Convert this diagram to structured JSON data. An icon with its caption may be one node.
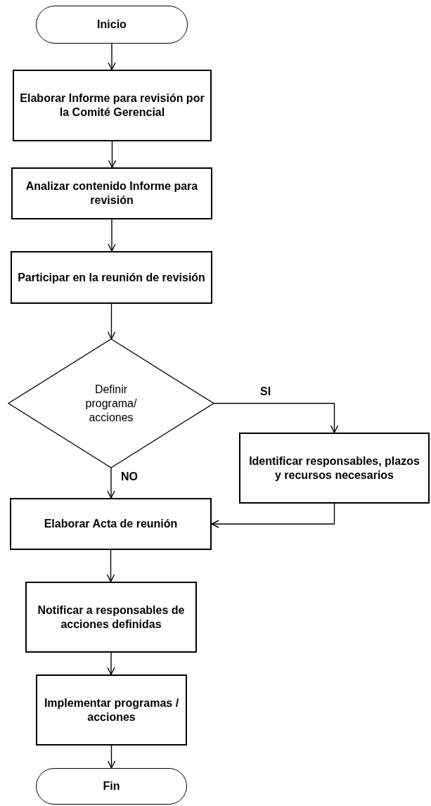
{
  "diagram": {
    "nodes": [
      {
        "text": [
          "Inicio"
        ]
      },
      {
        "text": [
          "Elaborar Informe para revisión por la Comité Gerencial"
        ]
      },
      {
        "text": [
          "Analizar contenido Informe para revisión"
        ]
      },
      {
        "text": [
          "Participar en la reunión de revisión"
        ]
      },
      {
        "text": [
          "Definir programa/ acciones"
        ]
      },
      {
        "text": [
          "Identificar responsables, plazos y recursos necesarios"
        ]
      },
      {
        "text": [
          "Elaborar Acta de reunión"
        ]
      },
      {
        "text": [
          "Notificar a responsables de acciones definidas"
        ]
      },
      {
        "text": [
          "Implementar programas / acciones"
        ]
      },
      {
        "text": [
          "Fin"
        ]
      }
    ],
    "edges": [
      {
        "from": 0,
        "to": 1,
        "arrow": "to"
      },
      {
        "from": 1,
        "to": 2,
        "arrow": "to"
      },
      {
        "from": 2,
        "to": 3,
        "arrow": "to"
      },
      {
        "from": 3,
        "to": 4,
        "arrow": "to"
      },
      {
        "from": 4,
        "to": 5,
        "arrow": "to",
        "label": "SI"
      },
      {
        "from": 4,
        "to": 6,
        "arrow": "to",
        "label": "NO"
      },
      {
        "from": 5,
        "to": 6,
        "arrow": "to"
      },
      {
        "from": 6,
        "to": 7,
        "arrow": "to"
      },
      {
        "from": 7,
        "to": 8,
        "arrow": "to"
      },
      {
        "from": 8,
        "to": 9,
        "arrow": "to"
      }
    ]
  }
}
